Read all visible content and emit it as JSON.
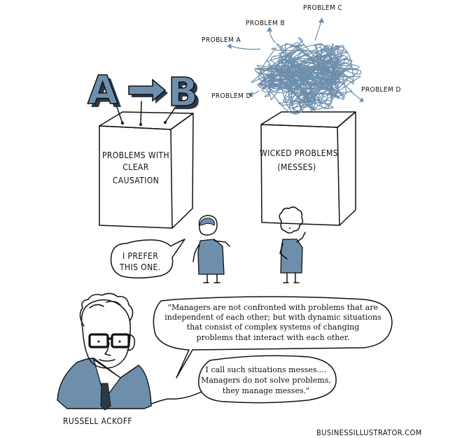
{
  "left_box": {
    "block_letters": [
      "A",
      "B"
    ],
    "label_lines": [
      "PROBLEMS WITH",
      "CLEAR",
      "CAUSATION"
    ]
  },
  "right_box": {
    "label_lines": [
      "WICKED PROBLEMS",
      "(MESSES)"
    ]
  },
  "problem_labels": {
    "a": "PROBLEM A",
    "b": "PROBLEM B",
    "c": "PROBLEM C",
    "d_left": "PROBLEM D",
    "d_right": "PROBLEM D"
  },
  "speech_prefer": [
    "I PREFER",
    "THIS ONE."
  ],
  "quote_1": [
    "\"Managers are not confronted with problems that are",
    "independent of each other; but with dynamic situations",
    "that consist of complex systems of changing",
    "problems that interact with each other."
  ],
  "quote_2": [
    "I call such situations messes....",
    "Managers do not solve problems,",
    "they manage messes.\""
  ],
  "portrait_caption": "RUSSELL ACKOFF",
  "credit": "BUSINESSILLUSTRATOR.COM",
  "colors": {
    "ink": "#111111",
    "accent_blue": "#6e8fac",
    "background": "#ffffff"
  }
}
